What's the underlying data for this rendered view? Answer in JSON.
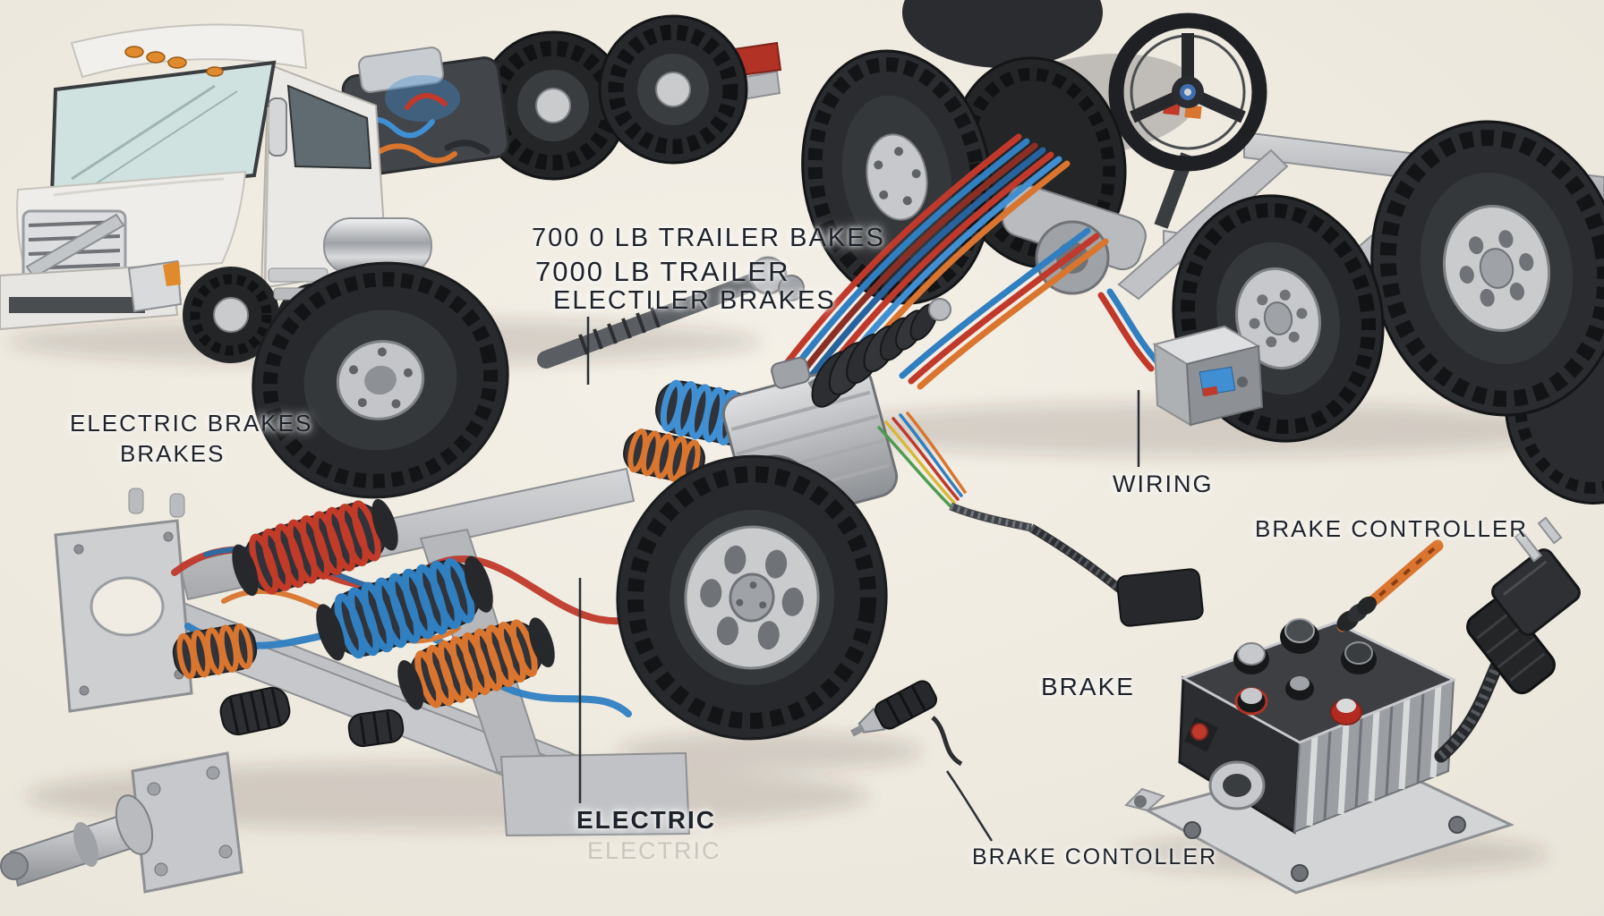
{
  "scene": {
    "background_color": "#f0ece2"
  },
  "labels": {
    "trailer_brakes_title": "700 0 LB TRAILER BAKES",
    "trailer_brakes_line1": "7000 LB TRAILER",
    "trailer_brakes_line2": "ELECTILER BRAKES",
    "electric_brakes_line1": "ELECTRIC BRAKES",
    "electric_brakes_line2": "BRAKES",
    "wiring": "WIRING",
    "brake_controller": "BRAKE CONTROLLER",
    "brake": "BRAKE",
    "electric": "ELECTRIC",
    "electric_ghost": "ELECTRIC",
    "brake_contoller": "BRAKE CONTOLLER"
  },
  "palette": {
    "background": "#f0ece2",
    "label_text": "#1d222a",
    "truck_white": "#f2f0ec",
    "metal_light": "#d9dadc",
    "metal_mid": "#9fa2a6",
    "tire_dark": "#26282b",
    "frame_red": "#b23226",
    "wire_red": "#c0392b",
    "wire_blue": "#2f7fc1",
    "wire_orange": "#d9752e",
    "emblem_blue": "#3f6fae"
  }
}
